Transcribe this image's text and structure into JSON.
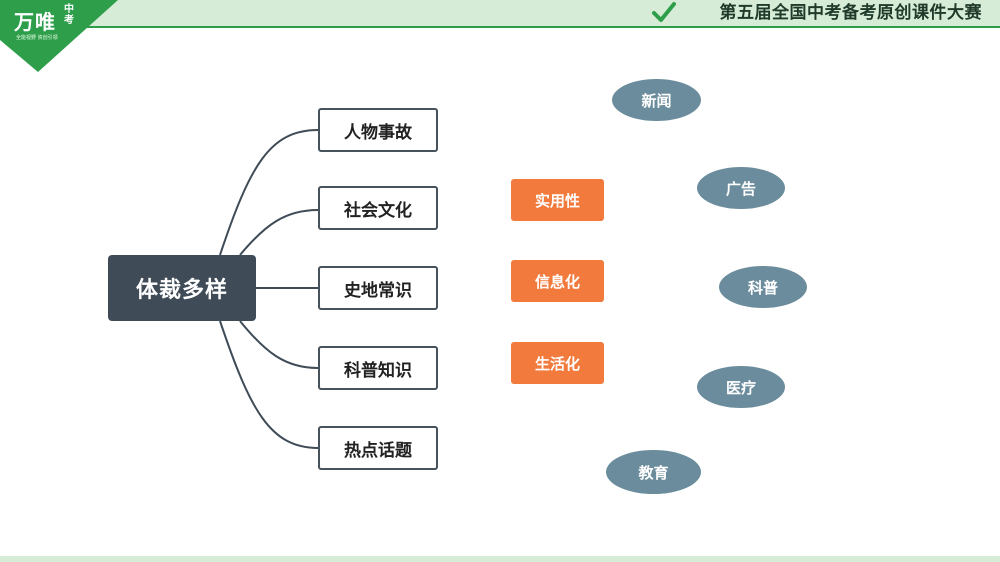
{
  "header": {
    "title": "第五届全国中考备考原创课件大赛",
    "logo_main": "万唯",
    "logo_sub": "中考",
    "logo_slogan": "全能视野 资创引领"
  },
  "mindmap": {
    "root": "体裁多样",
    "branches": [
      "人物事故",
      "社会文化",
      "史地常识",
      "科普知识",
      "热点话题"
    ],
    "features": [
      "实用性",
      "信息化",
      "生活化"
    ],
    "domains": [
      "新闻",
      "广告",
      "科普",
      "医疗",
      "教育"
    ]
  },
  "colors": {
    "root": "#3f4b57",
    "feature": "#f37a3d",
    "domain": "#6b8c9c",
    "accent": "#2e9e4a"
  }
}
